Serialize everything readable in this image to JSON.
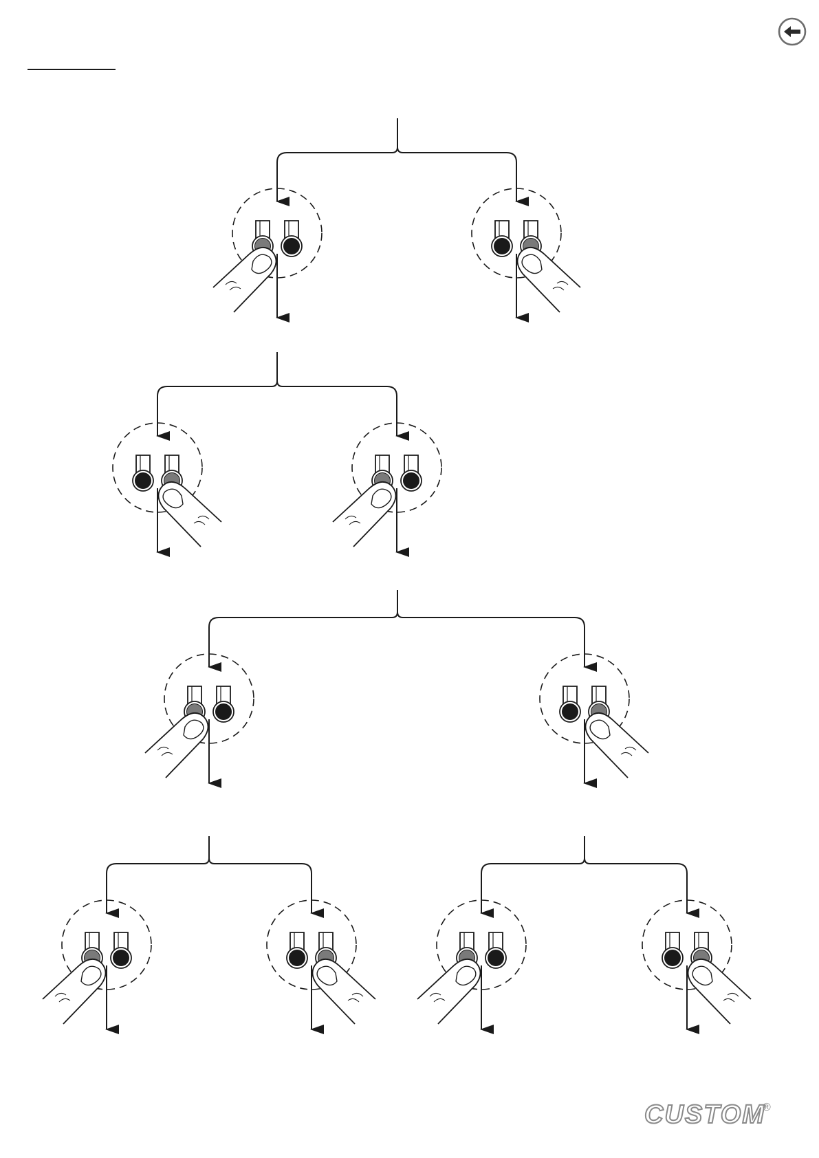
{
  "header": {
    "back_button": {
      "icon": "arrow-left-circle-icon"
    }
  },
  "diagram": {
    "line_color": "#1a1a1a",
    "lit_button_color": "#7a7a7a",
    "unlit_button_color": "#1a1a1a",
    "groups": [
      {
        "name": "row-1",
        "branches": [
          {
            "pressed": "left"
          },
          {
            "pressed": "right"
          }
        ]
      },
      {
        "name": "row-2",
        "branches": [
          {
            "pressed": "right"
          },
          {
            "pressed": "left"
          }
        ]
      },
      {
        "name": "row-3",
        "branches": [
          {
            "pressed": "left"
          },
          {
            "pressed": "right"
          }
        ]
      },
      {
        "name": "row-4a",
        "branches": [
          {
            "pressed": "left"
          },
          {
            "pressed": "right"
          }
        ]
      },
      {
        "name": "row-4b",
        "branches": [
          {
            "pressed": "left"
          },
          {
            "pressed": "right"
          }
        ]
      }
    ]
  },
  "footer": {
    "brand": {
      "logo_text": "CUSTOM",
      "registered_mark": "®"
    }
  }
}
